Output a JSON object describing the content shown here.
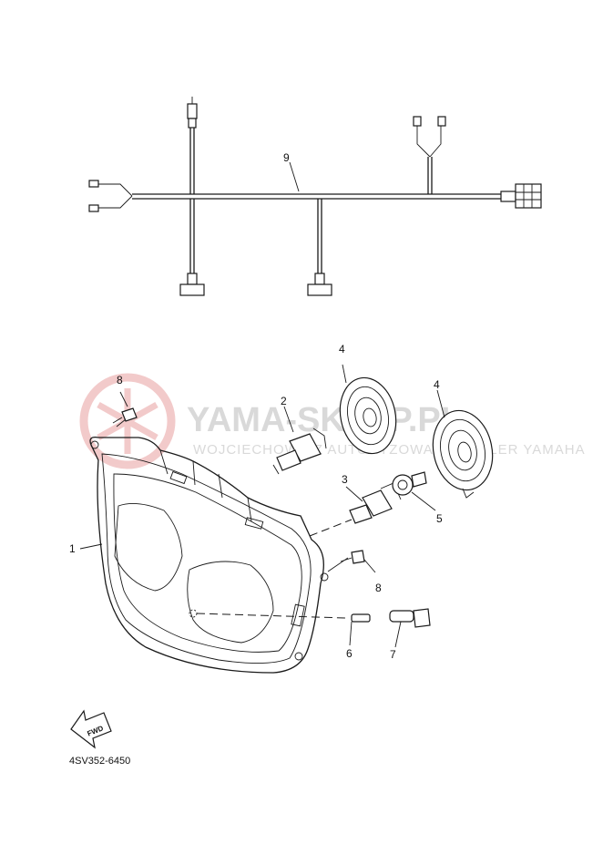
{
  "watermark": {
    "title": "YAMA-SKLEP.PL",
    "subtitle": "WOJCIECHOWICZ  AUTORYZOWANY DEALER YAMAHA",
    "logo_color": "#e8a0a0"
  },
  "diagram_code": "4SV352-6450",
  "fwd_label": "FWD",
  "callouts": [
    "1",
    "2",
    "3",
    "4",
    "4",
    "5",
    "6",
    "7",
    "8",
    "8",
    "9"
  ]
}
